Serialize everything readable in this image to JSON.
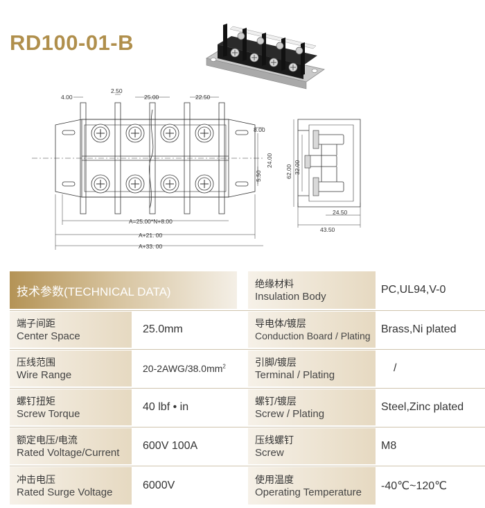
{
  "product": {
    "model": "RD100-01-B"
  },
  "drawing": {
    "dims": {
      "d4": "4.00",
      "d2_5": "2.50",
      "d25": "25.00",
      "d22_5": "22.50",
      "d8": "8.00",
      "d24": "24.00",
      "d5_5": "5.50",
      "d62": "62.00",
      "d32": "32.00",
      "d24_5": "24.50",
      "d43_5": "43.50",
      "formulaA": "A=25.00*N+8.00",
      "formulaA21": "A+21. 00",
      "formulaA33": "A+33. 00"
    }
  },
  "table": {
    "header": "技术参数(TECHNICAL DATA)",
    "left_rows": [
      {
        "cn": "端子间距",
        "en": "Center Space",
        "value": "25.0mm"
      },
      {
        "cn": "压线范围",
        "en": "Wire Range",
        "value": "20-2AWG/38.0mm",
        "value_sup": "2"
      },
      {
        "cn": "螺钉扭矩",
        "en": "Screw Torque",
        "value": "40 lbf • in"
      },
      {
        "cn": "额定电压/电流",
        "en": "Rated Voltage/Current",
        "value": "600V 100A"
      },
      {
        "cn": "冲击电压",
        "en": "Rated Surge Voltage",
        "value": "6000V"
      }
    ],
    "right_rows": [
      {
        "cn": "绝缘材料",
        "en": "Insulation Body",
        "value": "PC,UL94,V-0"
      },
      {
        "cn": "导电体/镀层",
        "en": "Conduction Board / Plating",
        "value": "Brass,Ni plated"
      },
      {
        "cn": "引脚/镀层",
        "en": "Terminal / Plating",
        "value": "/"
      },
      {
        "cn": "螺钉/镀层",
        "en": "Screw / Plating",
        "value": "Steel,Zinc plated"
      },
      {
        "cn": "压线螺钉",
        "en": "Screw",
        "value": "M8"
      },
      {
        "cn": "使用温度",
        "en": "Operating Temperature",
        "value": "-40℃~120℃"
      }
    ]
  }
}
